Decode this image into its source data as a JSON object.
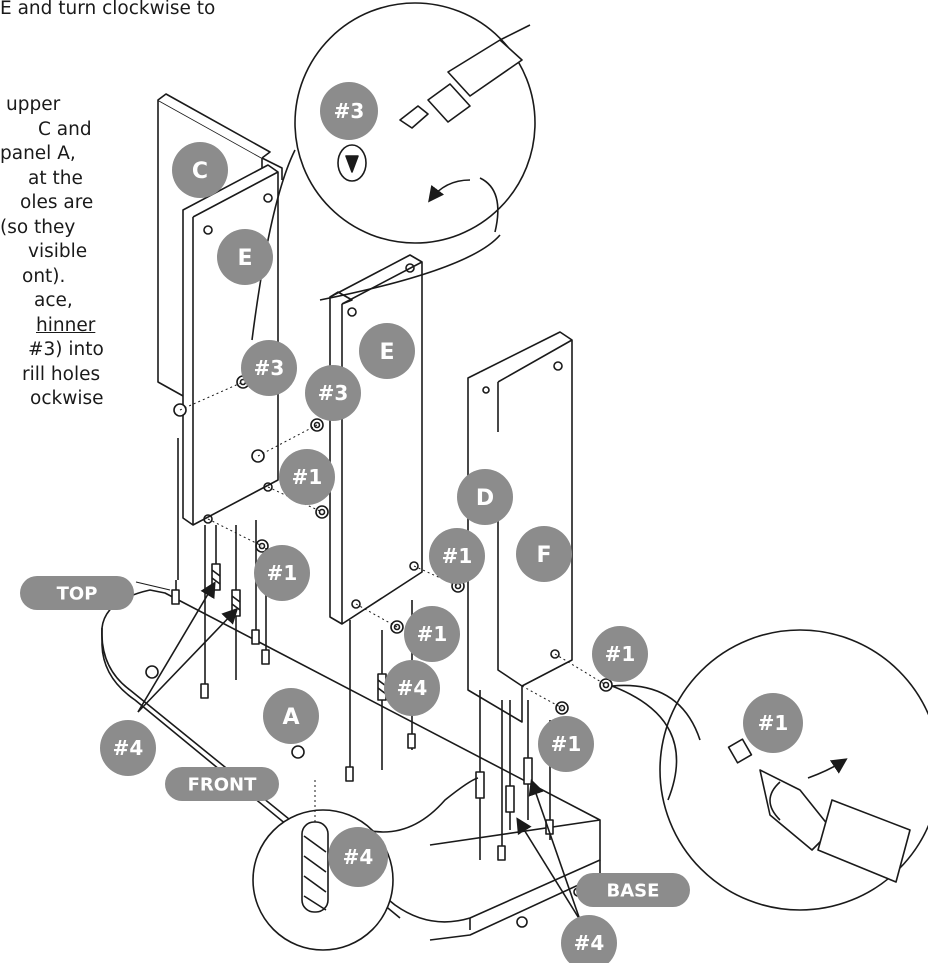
{
  "instructions": {
    "line0": "E and turn clockwise to",
    "lines": [
      {
        "text": "upper",
        "underline": false
      },
      {
        "text": "C and",
        "underline": false
      },
      {
        "text": " panel A,",
        "underline": false
      },
      {
        "text": "at the",
        "underline": false
      },
      {
        "text": "oles are",
        "underline": false
      },
      {
        "text": " (so they",
        "underline": false
      },
      {
        "text": "visible",
        "underline": false
      },
      {
        "text": "ont).",
        "underline": false
      },
      {
        "text": "ace,",
        "underline": false
      },
      {
        "text": "hinner",
        "underline": true
      },
      {
        "text": "#3) into",
        "underline": false
      },
      {
        "text": "rill holes",
        "underline": false
      },
      {
        "text": "ockwise",
        "underline": false
      }
    ]
  },
  "panels": {
    "C": "C",
    "E1": "E",
    "E2": "E",
    "D": "D",
    "F": "F",
    "A": "A"
  },
  "callouts": {
    "cam_top": "#3",
    "cam_mid1": "#3",
    "cam_mid2": "#3",
    "bolt_1a": "#1",
    "bolt_1b": "#1",
    "bolt_1c": "#1",
    "bolt_1d": "#1",
    "bolt_1e": "#1",
    "bolt_1f": "#1",
    "bolt_zoom": "#1",
    "dowel_left": "#4",
    "dowel_mid": "#4",
    "dowel_zoom": "#4",
    "dowel_bottom": "#4"
  },
  "labels": {
    "top": "TOP",
    "front": "FRONT",
    "base": "BASE"
  },
  "colors": {
    "badge": "#8c8c8c",
    "badge_text": "#ffffff",
    "line": "#1a1a1a",
    "zoom_circle": "#1a1a1a"
  }
}
